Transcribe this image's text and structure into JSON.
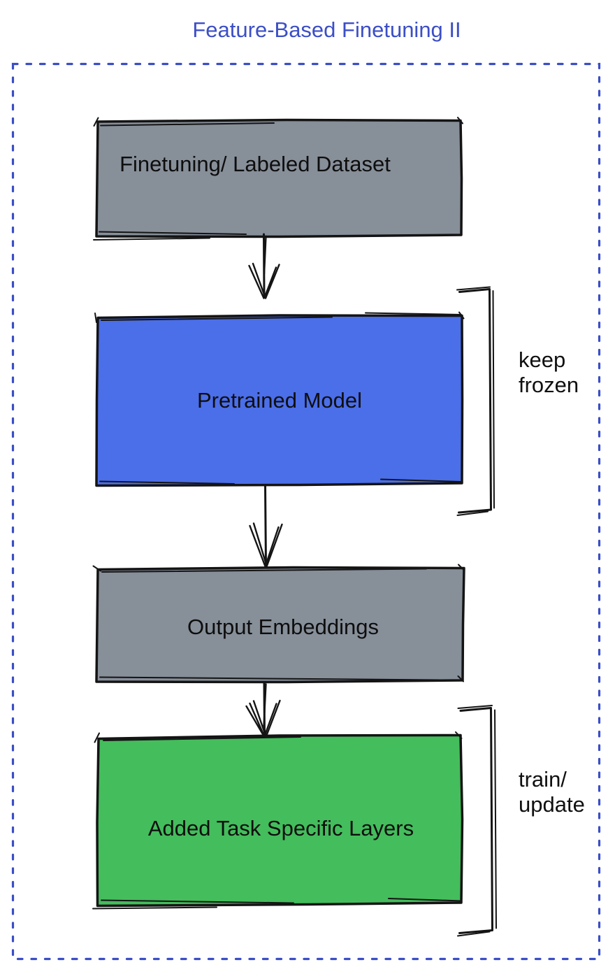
{
  "title": "Feature-Based Finetuning II",
  "colors": {
    "title_blue": "#3c4fc6",
    "border_blue": "#3a4ec6",
    "ink": "#141414",
    "node_gray": "#878f99",
    "node_blue": "#4b6ee9",
    "node_green": "#44bd5c"
  },
  "nodes": {
    "dataset": {
      "label": "Finetuning/ Labeled Dataset",
      "fill": "#878f99"
    },
    "pretrained": {
      "label": "Pretrained Model",
      "fill": "#4b6ee9"
    },
    "embeddings": {
      "label": "Output Embeddings",
      "fill": "#878f99"
    },
    "task_layers": {
      "label": "Added Task Specific Layers",
      "fill": "#44bd5c"
    }
  },
  "annotations": {
    "keep_frozen": {
      "line1": "keep",
      "line2": "frozen"
    },
    "train_update": {
      "line1": "train/",
      "line2": "update"
    }
  }
}
